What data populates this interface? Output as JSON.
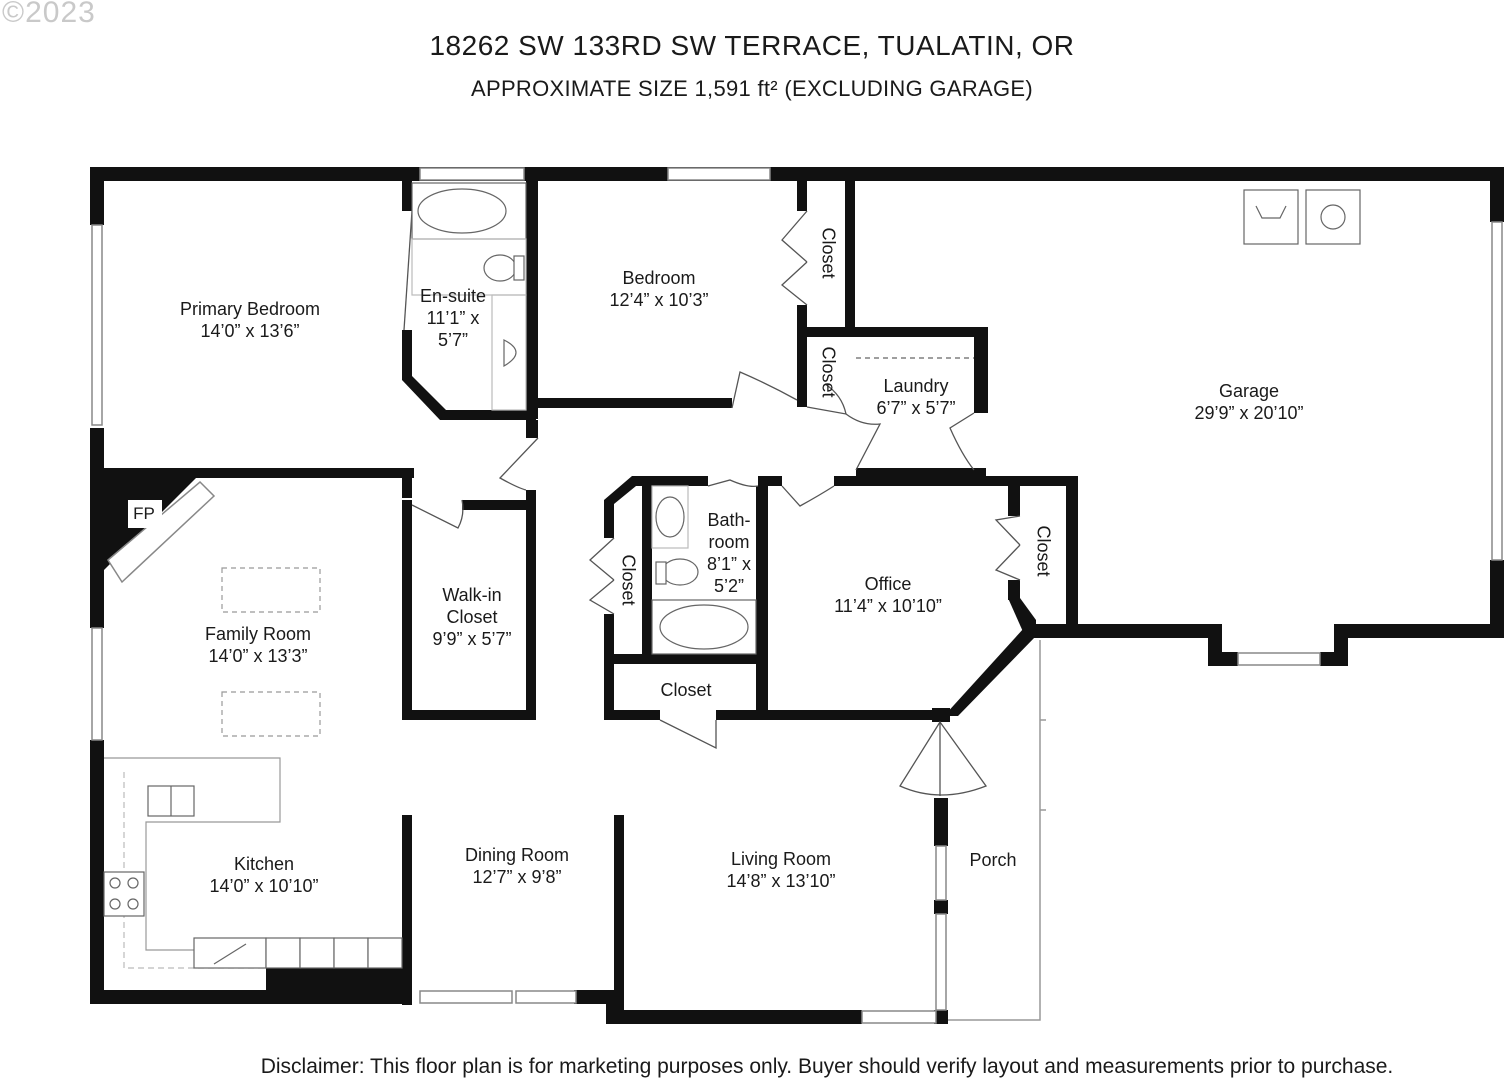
{
  "copyright": "©2023",
  "header": {
    "address": "18262 SW 133RD SW TERRACE, TUALATIN, OR",
    "size_note": "APPROXIMATE SIZE 1,591 ft² (EXCLUDING GARAGE)"
  },
  "rooms": {
    "primary_bedroom": {
      "name": "Primary Bedroom",
      "dim": "14’0” x 13’6”"
    },
    "ensuite": {
      "name": "En-suite",
      "dim1": "11’1” x",
      "dim2": "5’7”"
    },
    "bedroom": {
      "name": "Bedroom",
      "dim": "12’4” x 10’3”"
    },
    "closet_bedroom": {
      "name": "Closet"
    },
    "closet_hall": {
      "name": "Closet"
    },
    "laundry": {
      "name": "Laundry",
      "dim": "6’7” x 5’7”"
    },
    "garage": {
      "name": "Garage",
      "dim": "29’9” x 20’10”"
    },
    "fireplace": {
      "name": "FP"
    },
    "family_room": {
      "name": "Family Room",
      "dim": "14’0” x 13’3”"
    },
    "walkin_closet": {
      "name1": "Walk-in",
      "name2": "Closet",
      "dim": "9’9” x 5’7”"
    },
    "closet_left": {
      "name": "Closet"
    },
    "bathroom": {
      "name1": "Bath-",
      "name2": "room",
      "dim1": "8’1” x",
      "dim2": "5’2”"
    },
    "office": {
      "name": "Office",
      "dim": "11’4” x 10’10”"
    },
    "closet_office": {
      "name": "Closet"
    },
    "closet_bottom": {
      "name": "Closet"
    },
    "kitchen": {
      "name": "Kitchen",
      "dim": "14’0” x 10’10”"
    },
    "dining_room": {
      "name": "Dining Room",
      "dim": "12’7” x 9’8”"
    },
    "living_room": {
      "name": "Living Room",
      "dim": "14’8” x 13’10”"
    },
    "porch": {
      "name": "Porch"
    }
  },
  "disclaimer": "Disclaimer: This floor plan is for marketing purposes only. Buyer should verify layout and measurements prior to purchase."
}
